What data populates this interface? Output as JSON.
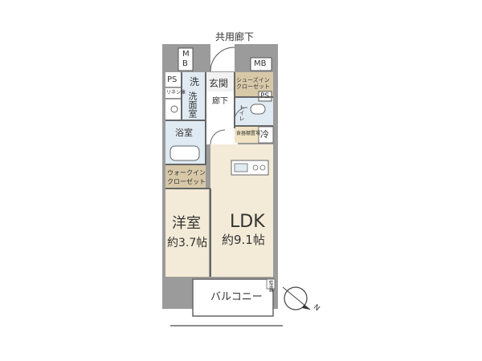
{
  "labels": {
    "corridor": "共用廊下",
    "mb_top": "M",
    "mb_bottom": "B",
    "mb_right": "MB",
    "ps_left": "PS",
    "ps_right": "PS",
    "laundry": "洗",
    "washroom": "洗面室",
    "entrance": "玄関",
    "hallway": "廊下",
    "shoe_closet": "シューズインクローゼット",
    "toilet": "トイレ",
    "linen": "リネン庫",
    "bath": "浴室",
    "pantry": "食器棚置場",
    "fridge": "冷",
    "walkin_line1": "ウォークイン",
    "walkin_line2": "クローゼット",
    "western_room": "洋室",
    "western_size": "約3.7帖",
    "ldk": "LDK",
    "ldk_size": "約9.1帖",
    "balcony": "バルコニー",
    "compass_n": "N",
    "balcony_note": "給湯器"
  },
  "colors": {
    "wall": "#9b9b9b",
    "wood_floor": "#f3ebd7",
    "wet_floor": "#dfeaf3",
    "closet": "#d7c8a8",
    "line": "#555555"
  }
}
